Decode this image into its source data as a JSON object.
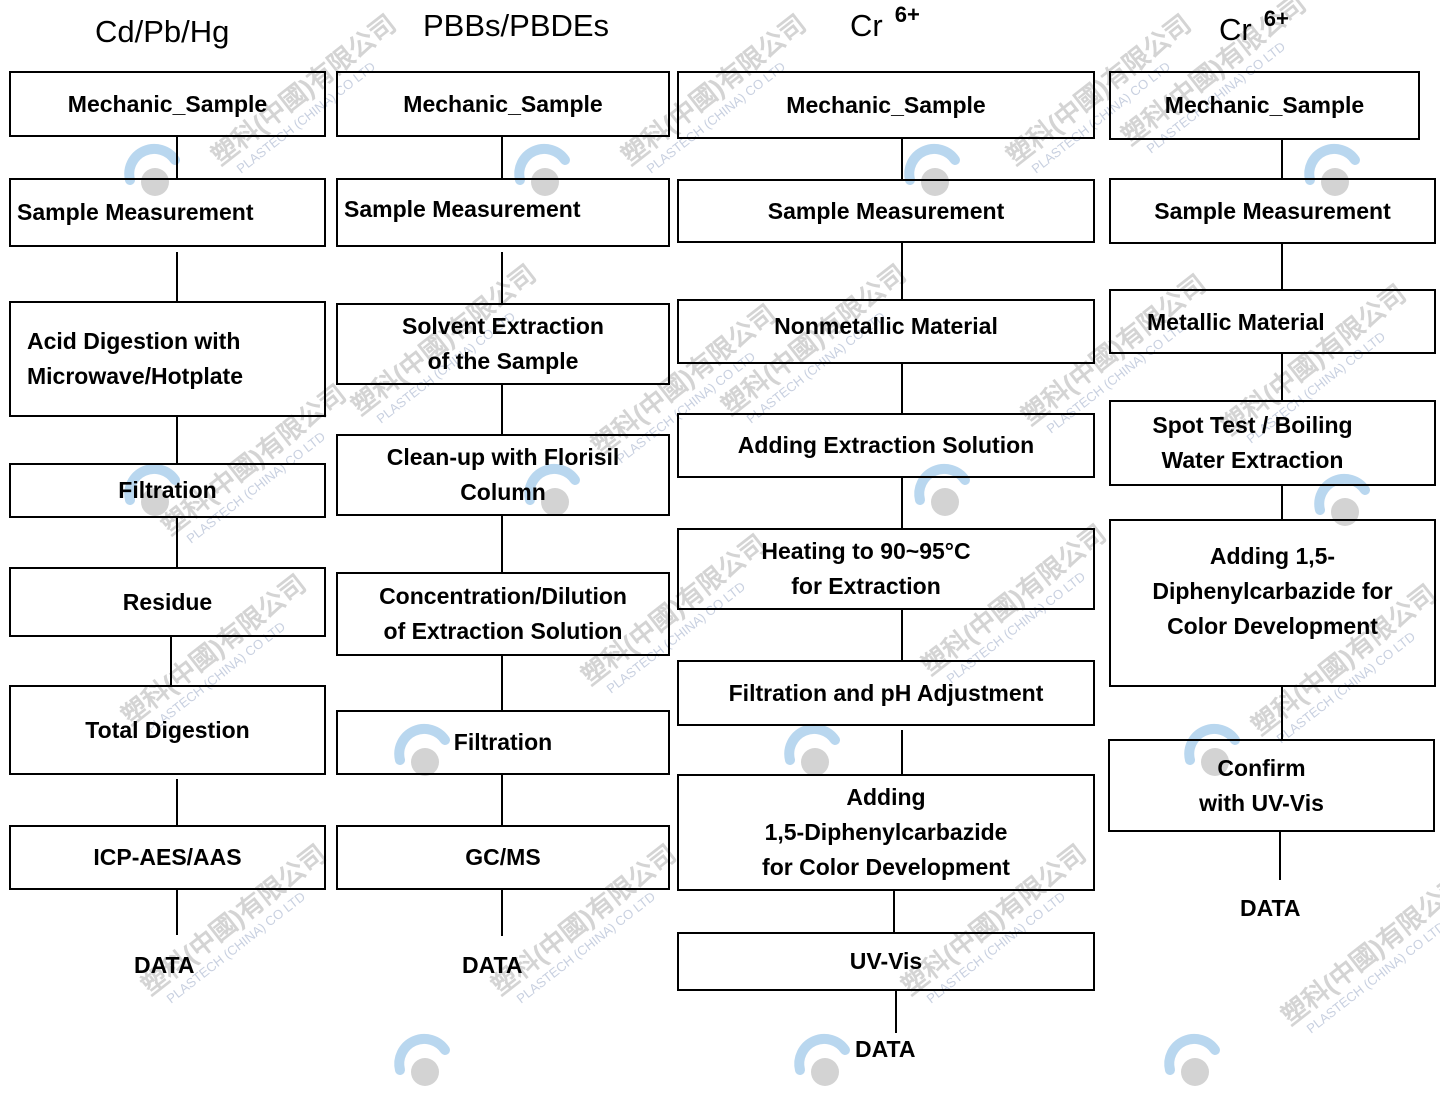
{
  "columns": [
    {
      "title": "Cd/Pb/Hg",
      "steps": [
        "Mechanic_Sample",
        "Sample Measurement",
        "Acid Digestion with\nMicrowave/Hotplate",
        "Filtration",
        "Residue",
        "Total Digestion",
        "ICP-AES/AAS"
      ],
      "end": "DATA"
    },
    {
      "title": "PBBs/PBDEs",
      "steps": [
        "Mechanic_Sample",
        "Sample Measurement",
        "Solvent Extraction\nof the Sample",
        "Clean-up with Florisil\nColumn",
        "Concentration/Dilution\nof Extraction Solution",
        "Filtration",
        "GC/MS"
      ],
      "end": "DATA"
    },
    {
      "title": "Cr",
      "title_sup": "6+",
      "steps": [
        "Mechanic_Sample",
        "Sample Measurement",
        "Nonmetallic Material",
        "Adding Extraction Solution",
        "Heating to 90~95°C\nfor Extraction",
        "Filtration and pH Adjustment",
        "Adding\n1,5-Diphenylcarbazide\nfor Color Development",
        "UV-Vis"
      ],
      "end": "DATA"
    },
    {
      "title": "Cr",
      "title_sup": "6+",
      "steps": [
        "Mechanic_Sample",
        "Sample Measurement",
        "Metallic Material",
        "Spot Test / Boiling\nWater Extraction",
        "Adding 1,5-\nDiphenylcarbazide for\nColor Development",
        "Confirm\nwith UV-Vis"
      ],
      "end": "DATA"
    }
  ],
  "watermark": {
    "text": "塑科(中國)有限公司",
    "subtext": "PLASTECH (CHINA) CO LTD",
    "colors": {
      "logo_blue": "#b9d7ef",
      "logo_gray": "#d3d3d3"
    }
  }
}
